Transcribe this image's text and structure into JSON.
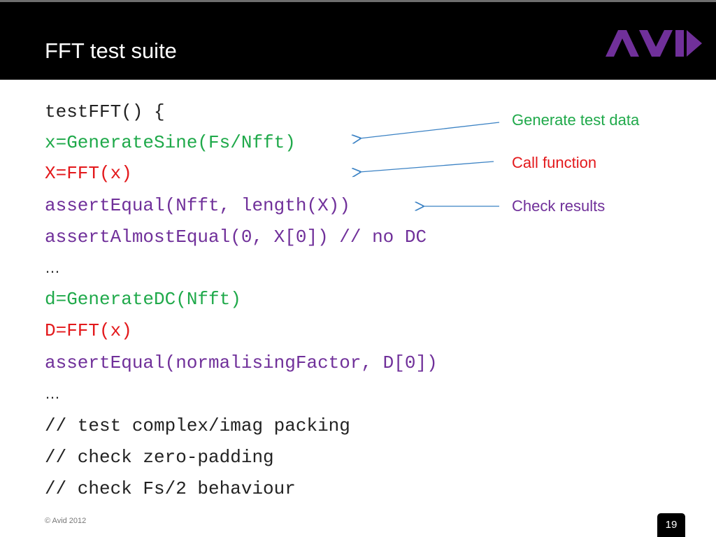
{
  "slide": {
    "title": "FFT test suite",
    "logo_text": "AVID"
  },
  "colors": {
    "black": "#000000",
    "purple": "#70309a",
    "green": "#1fa94a",
    "red": "#e3191c",
    "arrow": "#3b82c4"
  },
  "code_lines": [
    {
      "text": "testFFT() {",
      "color": "#222222"
    },
    {
      "text": "x=GenerateSine(Fs/Nfft)",
      "color": "#1fa94a"
    },
    {
      "text": "X=FFT(x)",
      "color": "#e3191c"
    },
    {
      "text": "assertEqual(Nfft, length(X))",
      "color": "#70309a"
    },
    {
      "text": "assertAlmostEqual(0, X[0]) // no DC",
      "color": "#70309a"
    },
    {
      "text": "…",
      "color": "#222222"
    },
    {
      "text": "d=GenerateDC(Nfft)",
      "color": "#1fa94a"
    },
    {
      "text": "D=FFT(x)",
      "color": "#e3191c"
    },
    {
      "text": "assertEqual(normalisingFactor, D[0])",
      "color": "#70309a"
    },
    {
      "text": "…",
      "color": "#222222"
    },
    {
      "text": "// test complex/imag packing",
      "color": "#222222"
    },
    {
      "text": "// check zero-padding",
      "color": "#222222"
    },
    {
      "text": "// check Fs/2 behaviour",
      "color": "#222222"
    }
  ],
  "annotations": [
    {
      "text": "Generate test data",
      "color": "#1fa94a"
    },
    {
      "text": "Call function",
      "color": "#e3191c"
    },
    {
      "text": "Check results",
      "color": "#70309a"
    }
  ],
  "footer": {
    "copyright": "© Avid 2012",
    "page_number": "19"
  }
}
